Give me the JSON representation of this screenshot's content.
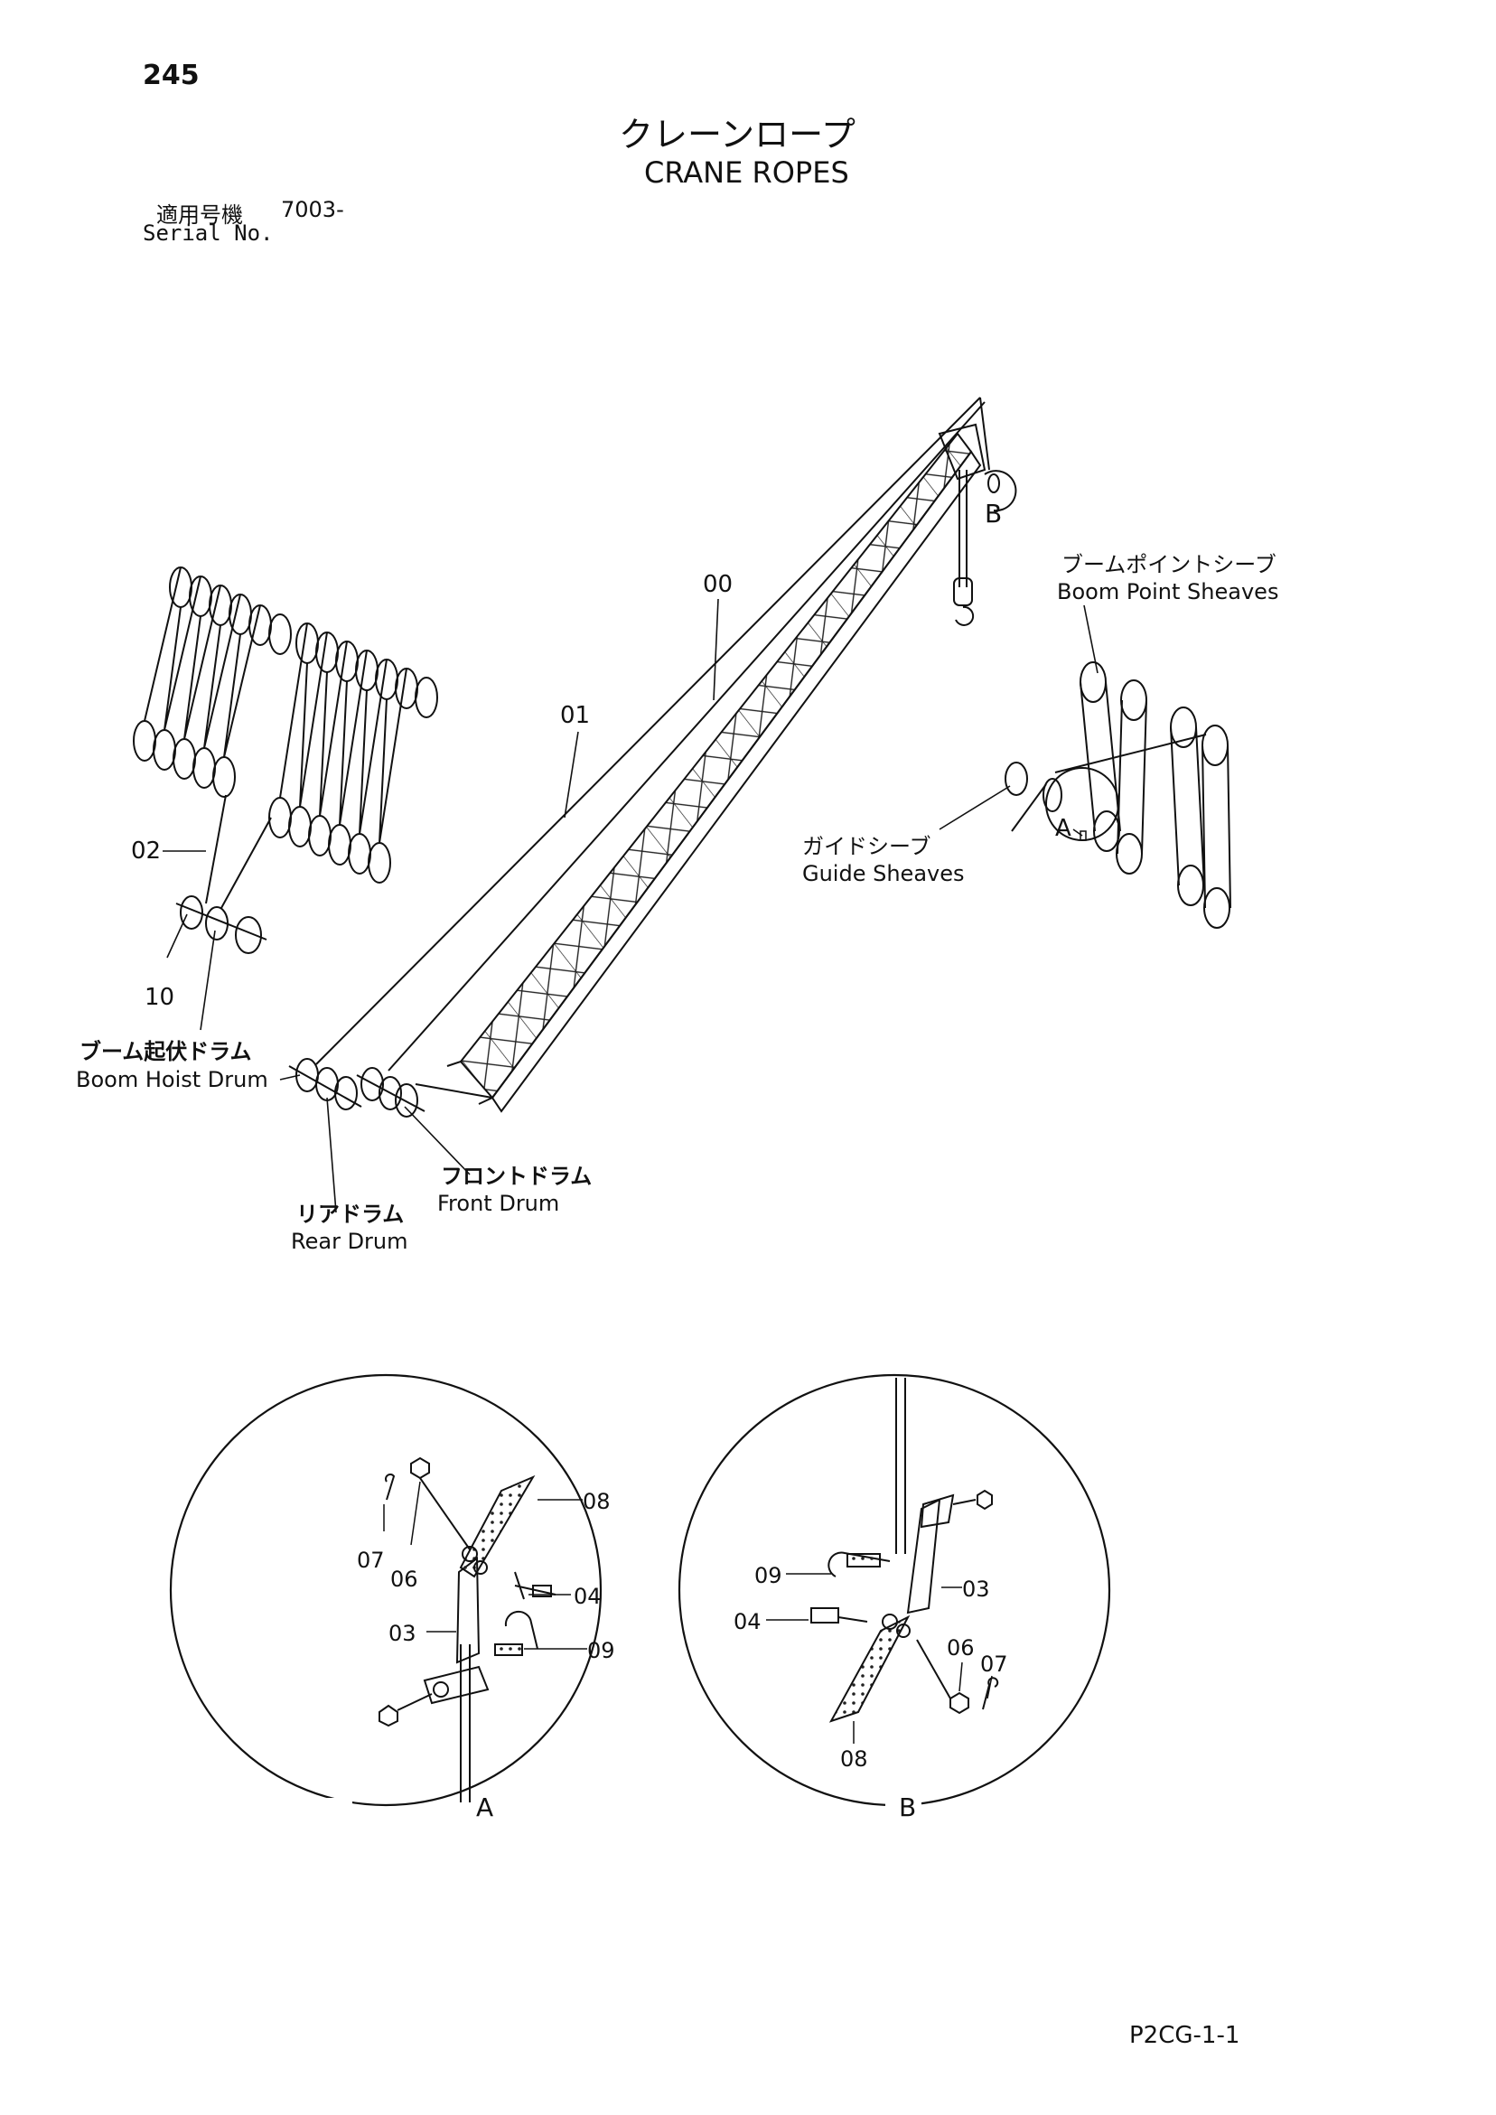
{
  "header": {
    "page_number": "245",
    "title_jp": "クレーンロープ",
    "title_en": "CRANE ROPES",
    "serial_label_jp": "適用号機",
    "serial_value": "7003-",
    "serial_label_en": "Serial No."
  },
  "diagram": {
    "callouts": {
      "part_00": "00",
      "part_01": "01",
      "part_02": "02",
      "part_10": "10",
      "detail_a_marker": "A",
      "detail_b_marker": "B",
      "boom_point_jp": "ブームポイントシーブ",
      "boom_point_en": "Boom Point Sheaves",
      "guide_jp": "ガイドシーブ",
      "guide_en": "Guide Sheaves",
      "boom_hoist_jp": "ブーム起伏ドラム",
      "boom_hoist_en": "Boom Hoist Drum",
      "front_drum_jp": "フロントドラム",
      "front_drum_en": "Front Drum",
      "rear_drum_jp": "リアドラム",
      "rear_drum_en": "Rear Drum"
    },
    "detail_a": {
      "title": "A",
      "labels": {
        "p07": "07",
        "p06": "06",
        "p08": "08",
        "p04": "04",
        "p03": "03",
        "p09": "09"
      }
    },
    "detail_b": {
      "title": "B",
      "labels": {
        "p09": "09",
        "p03": "03",
        "p04": "04",
        "p06": "06",
        "p07": "07",
        "p08": "08"
      }
    }
  },
  "footer": {
    "code": "P2CG-1-1"
  }
}
